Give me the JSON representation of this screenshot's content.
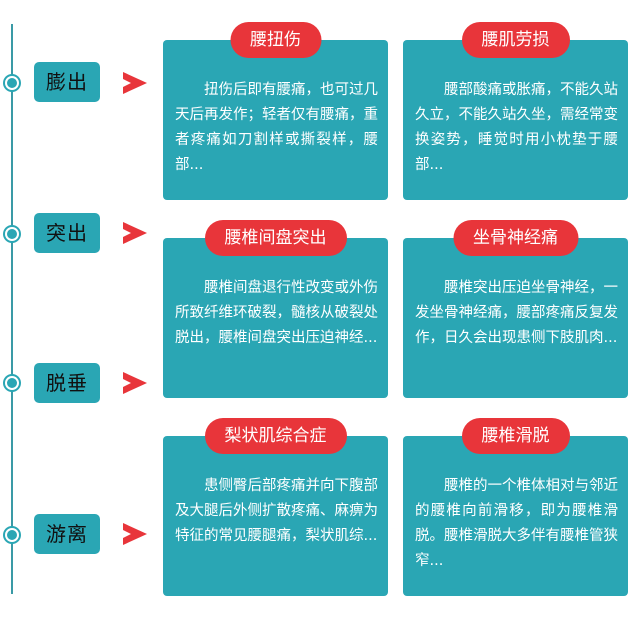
{
  "stages": [
    "膨出",
    "突出",
    "脱垂",
    "游离"
  ],
  "cards": [
    {
      "title": "腰扭伤",
      "text": "扭伤后即有腰痛，也可过几天后再发作；轻者仅有腰痛，重者疼痛如刀割样或撕裂样，腰部..."
    },
    {
      "title": "腰肌劳损",
      "text": "腰部酸痛或胀痛，不能久站久立，不能久站久坐，需经常变换姿势，睡觉时用小枕垫于腰部..."
    },
    {
      "title": "腰椎间盘突出",
      "text": "腰椎间盘退行性改变或外伤所致纤维环破裂，髓核从破裂处脱出，腰椎间盘突出压迫神经..."
    },
    {
      "title": "坐骨神经痛",
      "text": "腰椎突出压迫坐骨神经，一发坐骨神经痛，腰部疼痛反复发作，日久会出现患侧下肢肌肉..."
    },
    {
      "title": "梨状肌综合症",
      "text": "患侧臀后部疼痛并向下腹部及大腿后外侧扩散疼痛、麻痹为特征的常见腰腿痛，梨状肌综..."
    },
    {
      "title": "腰椎滑脱",
      "text": "腰椎的一个椎体相对与邻近的腰椎向前滑移，即为腰椎滑脱。腰椎滑脱大多伴有腰椎管狭窄..."
    }
  ],
  "colors": {
    "teal": "#2aa6b4",
    "red": "#e8353a",
    "line": "#3a9aa6"
  }
}
